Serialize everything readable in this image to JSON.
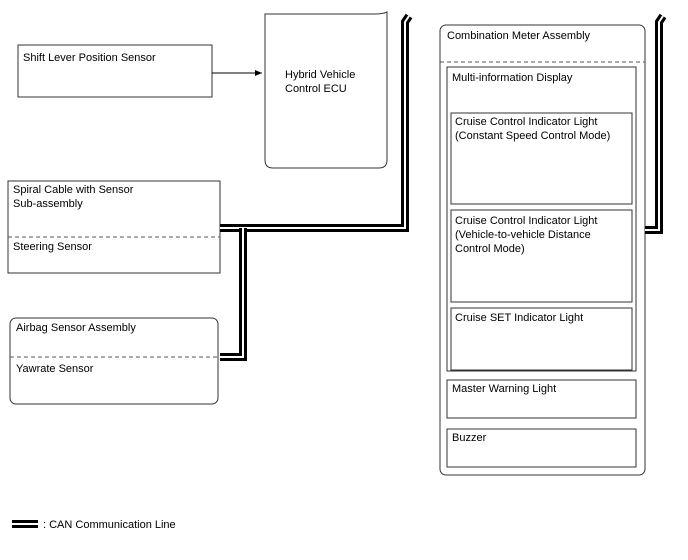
{
  "shift_lever": {
    "label": "Shift Lever Position Sensor"
  },
  "hv_ecu": {
    "line1": "Hybrid Vehicle",
    "line2": "Control ECU"
  },
  "spiral": {
    "line1": "Spiral Cable with Sensor",
    "line2": "Sub-assembly",
    "sub": "Steering Sensor"
  },
  "airbag": {
    "title": "Airbag Sensor Assembly",
    "sub": "Yawrate Sensor"
  },
  "meter": {
    "title": "Combination Meter Assembly",
    "mid": "Multi-information Display",
    "cc1": {
      "line1": "Cruise Control Indicator Light",
      "line2": "(Constant Speed Control Mode)"
    },
    "cc2": {
      "line1": "Cruise Control Indicator Light",
      "line2": "(Vehicle-to-vehicle Distance",
      "line3": "Control Mode)"
    },
    "set": "Cruise SET Indicator Light",
    "master": "Master Warning Light",
    "buzzer": "Buzzer"
  },
  "legend": {
    "text": ": CAN Communication Line"
  }
}
